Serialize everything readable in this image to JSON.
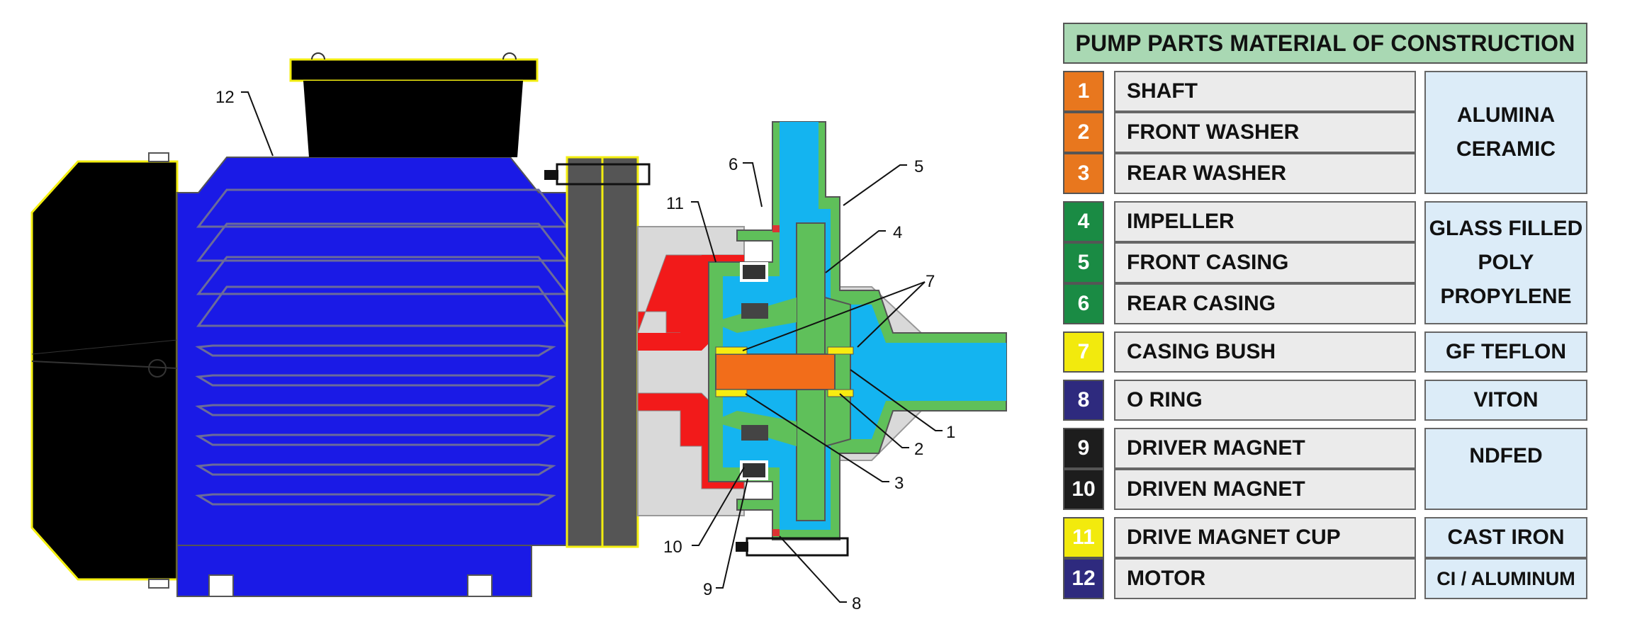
{
  "callouts": [
    "12",
    "6",
    "11",
    "5",
    "4",
    "7",
    "1",
    "2",
    "3",
    "10",
    "9",
    "8"
  ],
  "legend": {
    "title": "PUMP PARTS MATERIAL OF CONSTRUCTION",
    "parts": [
      {
        "num": "1",
        "name": "SHAFT",
        "color": "#e8771e"
      },
      {
        "num": "2",
        "name": "FRONT WASHER",
        "color": "#e8771e"
      },
      {
        "num": "3",
        "name": "REAR WASHER",
        "color": "#e8771e"
      },
      {
        "num": "4",
        "name": "IMPELLER",
        "color": "#1a8b44"
      },
      {
        "num": "5",
        "name": "FRONT CASING",
        "color": "#1a8b44"
      },
      {
        "num": "6",
        "name": "REAR CASING",
        "color": "#1a8b44"
      },
      {
        "num": "7",
        "name": "CASING BUSH",
        "color": "#f2ea0d"
      },
      {
        "num": "8",
        "name": "O RING",
        "color": "#2e2a7e"
      },
      {
        "num": "9",
        "name": "DRIVER MAGNET",
        "color": "#1d1d1d"
      },
      {
        "num": "10",
        "name": "DRIVEN MAGNET",
        "color": "#1d1d1d"
      },
      {
        "num": "11",
        "name": "DRIVE MAGNET CUP",
        "color": "#f2ea0d"
      },
      {
        "num": "12",
        "name": "MOTOR",
        "color": "#2e2a7e"
      }
    ],
    "materials": [
      {
        "label": "ALUMINA\nCERAMIC"
      },
      {
        "label": "GLASS FILLED\nPOLY\nPROPYLENE"
      },
      {
        "label": "GF TEFLON"
      },
      {
        "label": "VITON"
      },
      {
        "label": "NDFED"
      },
      {
        "label": "CAST IRON"
      },
      {
        "label": "CI / ALUMINUM"
      }
    ]
  },
  "colors": {
    "motor_body": "#1a1ae6",
    "fan_cover": "#000000",
    "outline_yellow": "#f3ee10",
    "flange_grey": "#555555",
    "bracket_grey": "#d9d9d9",
    "magnet_cup_red": "#f21a1a",
    "casing_green": "#5fc05a",
    "liquid_blue": "#14b4f0",
    "shaft_orange": "#f26d1a",
    "bush_yellow": "#f7ec10",
    "magnet_dark": "#444444"
  }
}
